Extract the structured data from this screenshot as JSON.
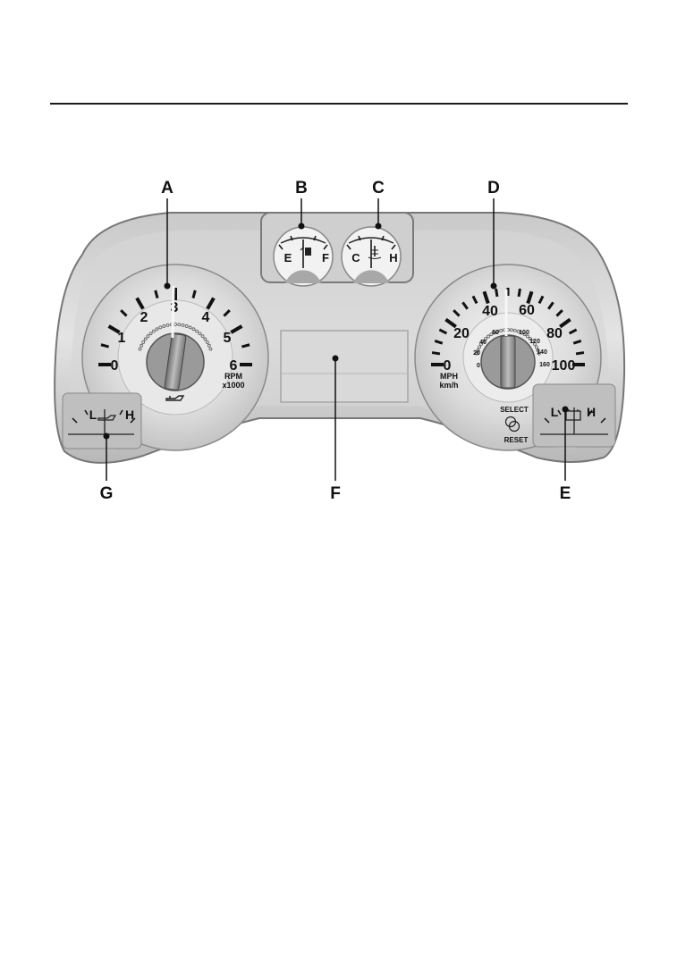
{
  "callouts": {
    "a": "A",
    "b": "B",
    "c": "C",
    "d": "D",
    "e": "E",
    "f": "F",
    "g": "G"
  },
  "tachometer": {
    "labels": [
      "0",
      "1",
      "2",
      "3",
      "4",
      "5",
      "6"
    ],
    "unit_line1": "RPM",
    "unit_line2": "x1000"
  },
  "speedometer": {
    "mph_labels": [
      "0",
      "20",
      "40",
      "60",
      "80",
      "100"
    ],
    "kmh_labels": [
      "0",
      "20",
      "40",
      "60",
      "100",
      "120",
      "140",
      "160"
    ],
    "unit_mph": "MPH",
    "unit_kmh": "km/h"
  },
  "fuel_gauge": {
    "low": "E",
    "high": "F"
  },
  "temp_gauge": {
    "low": "C",
    "high": "H"
  },
  "oil_gauge": {
    "low": "L",
    "high": "H"
  },
  "battery_gauge": {
    "low": "L",
    "high": "H"
  },
  "trip_button": {
    "top": "SELECT",
    "bottom": "RESET"
  },
  "icons": {
    "fuel": "fuel-pump-icon",
    "temp": "thermometer-icon",
    "oil": "oil-can-icon",
    "battery": "battery-icon"
  }
}
